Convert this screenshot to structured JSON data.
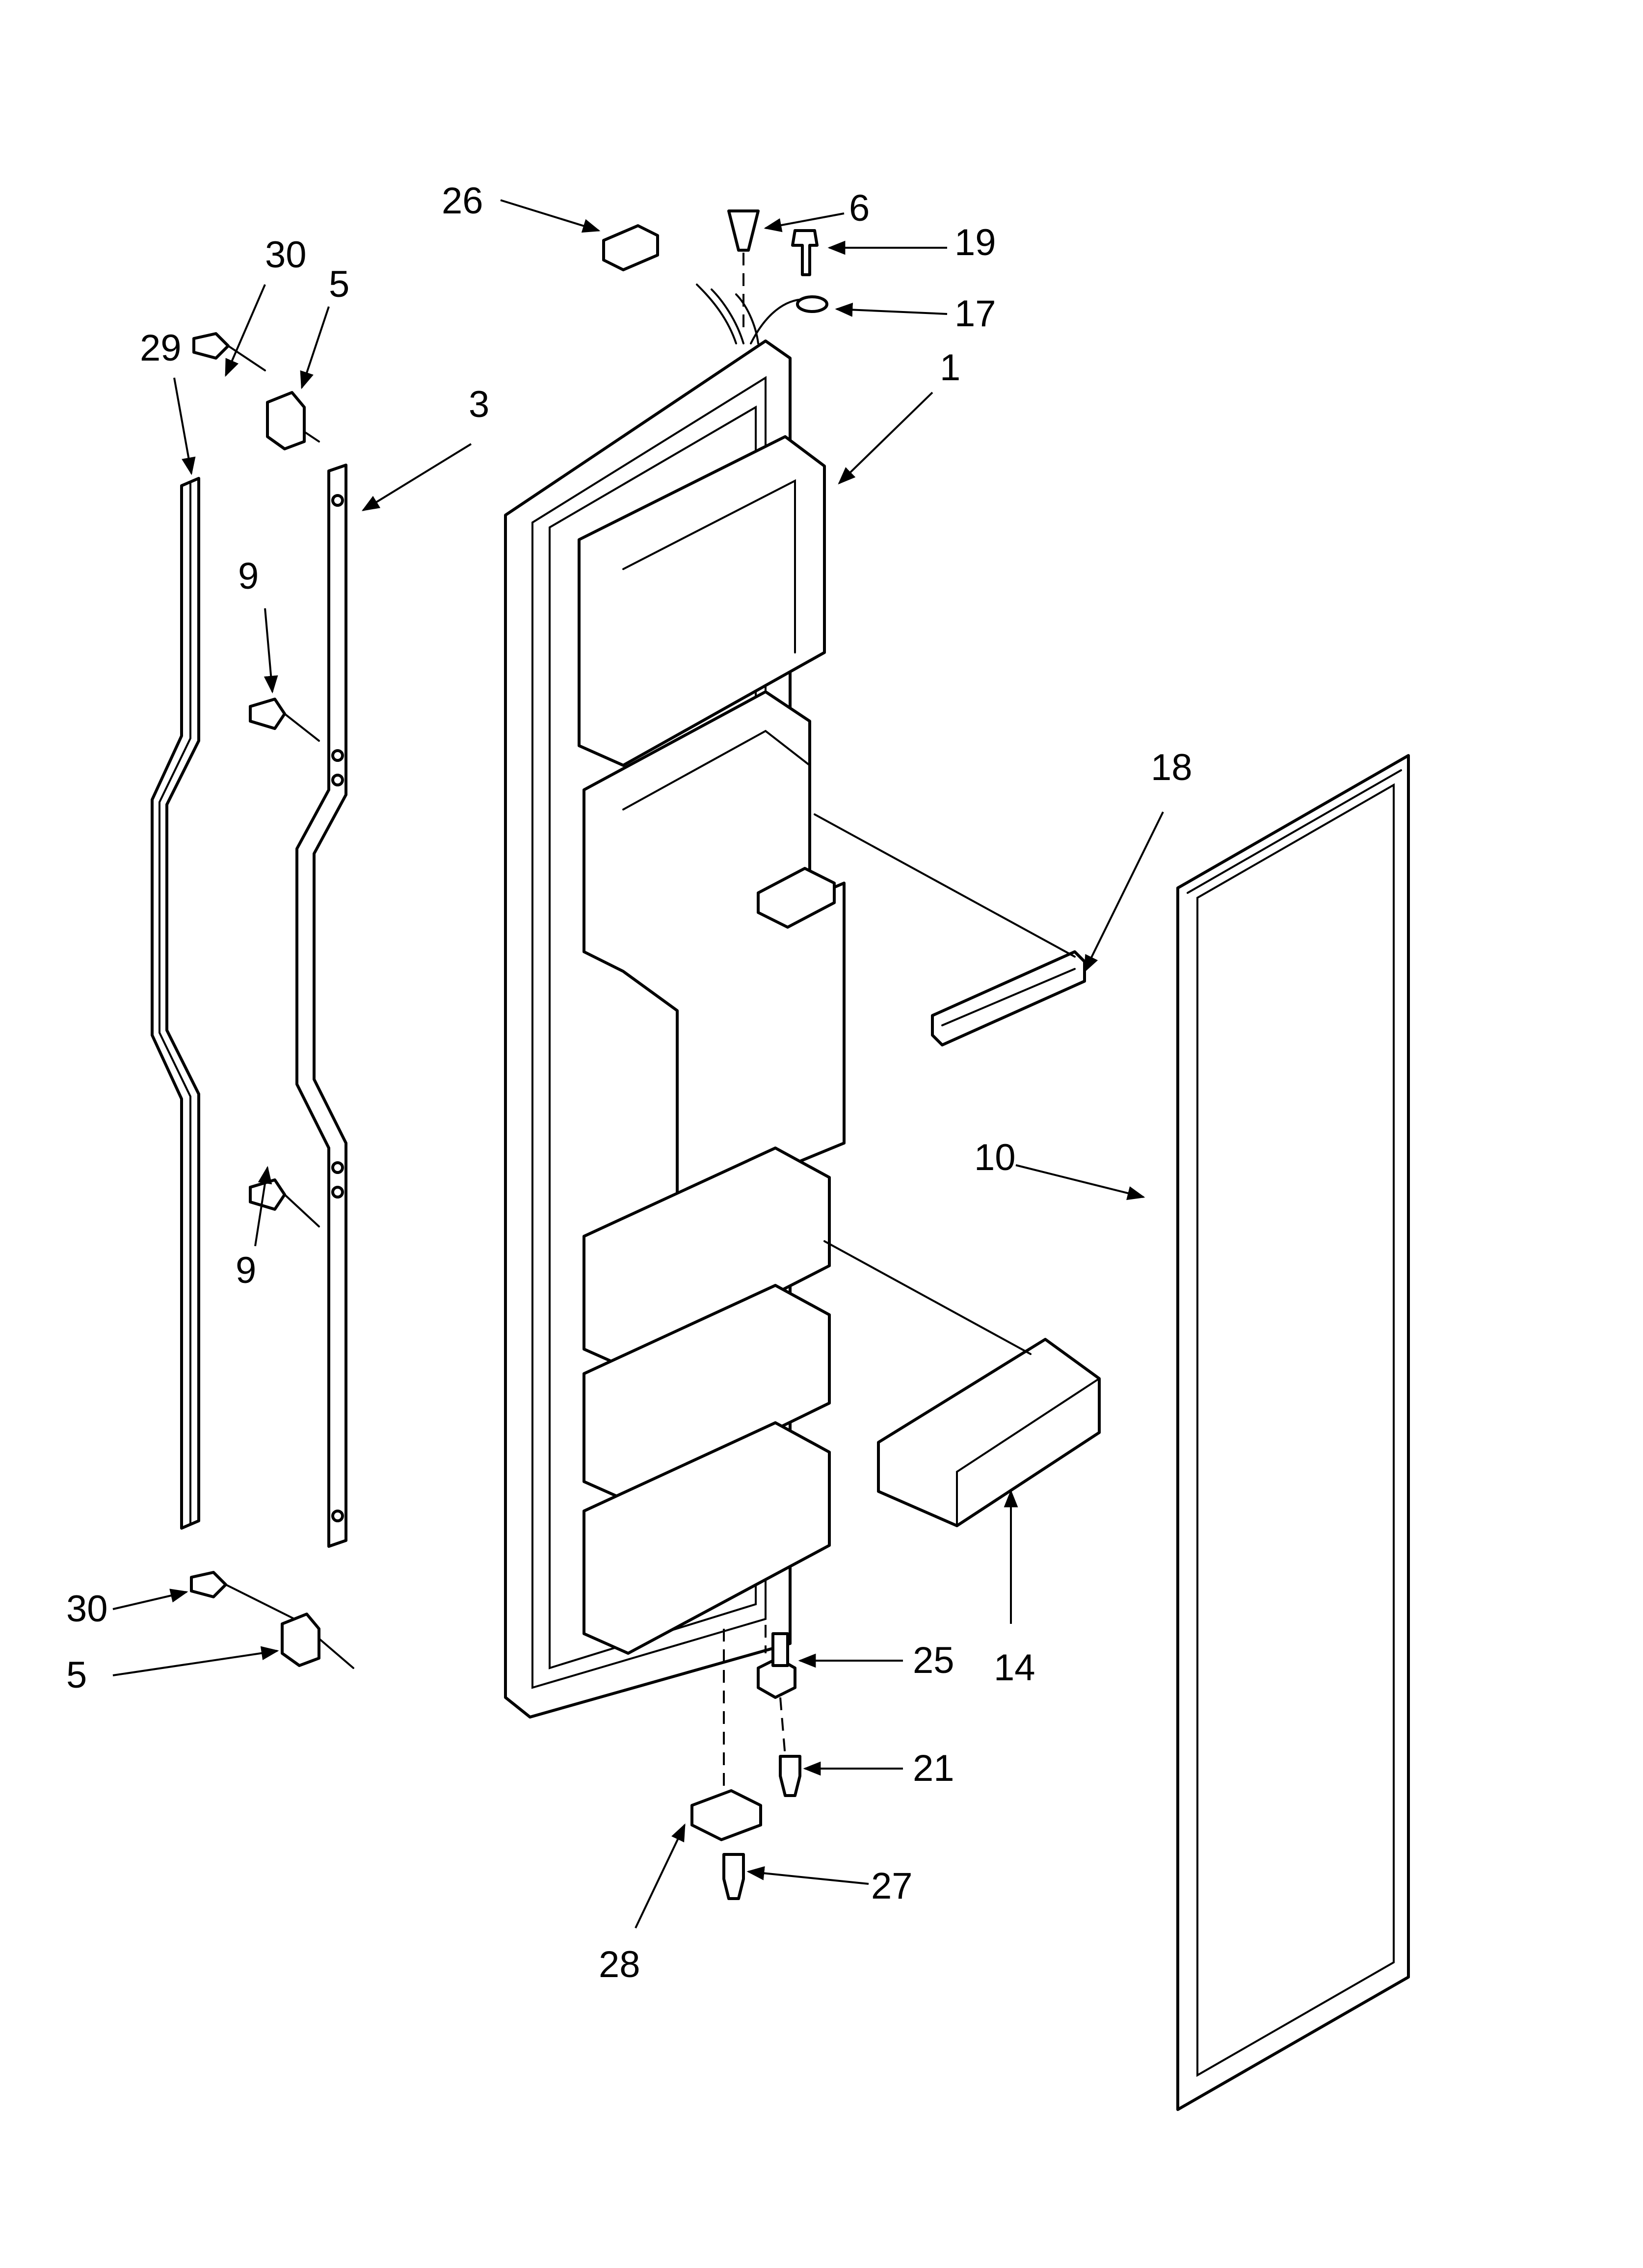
{
  "diagram": {
    "callouts": [
      {
        "id": "c1",
        "label": "1"
      },
      {
        "id": "c3",
        "label": "3"
      },
      {
        "id": "c5a",
        "label": "5"
      },
      {
        "id": "c5b",
        "label": "5"
      },
      {
        "id": "c6",
        "label": "6"
      },
      {
        "id": "c9a",
        "label": "9"
      },
      {
        "id": "c9b",
        "label": "9"
      },
      {
        "id": "c10",
        "label": "10"
      },
      {
        "id": "c14",
        "label": "14"
      },
      {
        "id": "c17",
        "label": "17"
      },
      {
        "id": "c18",
        "label": "18"
      },
      {
        "id": "c19",
        "label": "19"
      },
      {
        "id": "c21",
        "label": "21"
      },
      {
        "id": "c25",
        "label": "25"
      },
      {
        "id": "c26",
        "label": "26"
      },
      {
        "id": "c27",
        "label": "27"
      },
      {
        "id": "c28",
        "label": "28"
      },
      {
        "id": "c29",
        "label": "29"
      },
      {
        "id": "c30a",
        "label": "30"
      },
      {
        "id": "c30b",
        "label": "30"
      }
    ]
  },
  "colors": {
    "line": "#000000",
    "background": "#ffffff"
  }
}
